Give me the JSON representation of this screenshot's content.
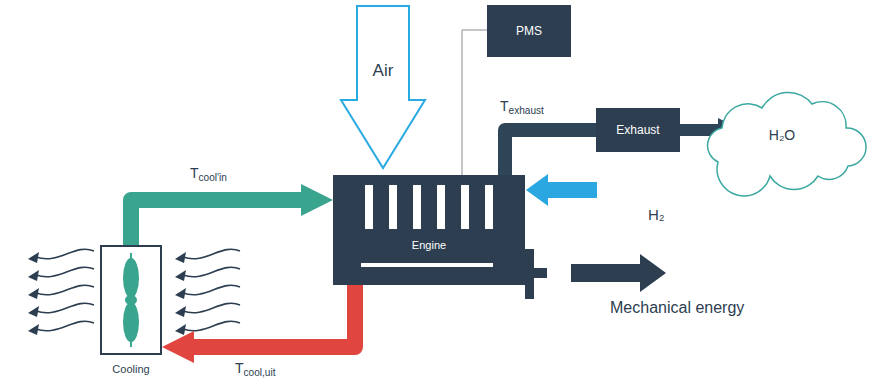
{
  "diagram": {
    "nodes": [
      {
        "text": [
          "Air"
        ]
      },
      {
        "text": [
          "PMS"
        ]
      },
      {
        "text": [
          "Engine"
        ]
      },
      {
        "text": [
          "Exhaust"
        ]
      },
      {
        "text": [
          "H₂O"
        ]
      },
      {
        "text": [
          "Cooling"
        ]
      }
    ],
    "edges": [
      {
        "from": 1,
        "to": 2,
        "arrow": "none"
      },
      {
        "from": 2,
        "to": 3,
        "arrow": "none",
        "label": "Texhaust"
      },
      {
        "from": 3,
        "to": 4,
        "arrow": "to"
      },
      {
        "from": 5,
        "to": 2,
        "arrow": "to",
        "label": "Tcool'in"
      },
      {
        "from": 2,
        "to": 5,
        "arrow": "to",
        "label": "Tcool,uit"
      }
    ],
    "labels": [
      "H₂",
      "Mechanical energy"
    ]
  }
}
